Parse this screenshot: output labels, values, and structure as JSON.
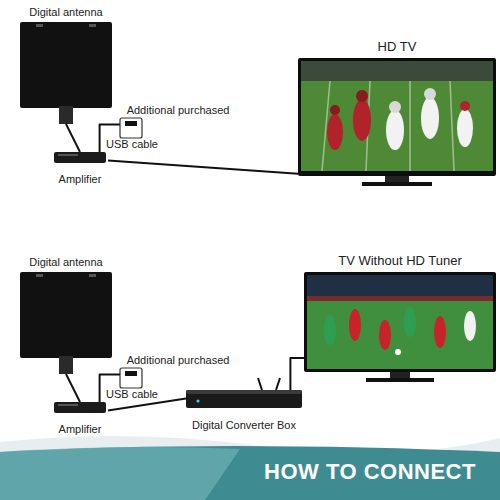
{
  "diagram": {
    "title": "HOW TO CONNECT",
    "nodes": [
      {
        "text": [
          "Digital antenna"
        ]
      },
      {
        "text": [
          "Additional purchased"
        ]
      },
      {
        "text": [
          "HD TV"
        ]
      },
      {
        "text": [
          "Amplifier"
        ]
      },
      {
        "text": [
          "Digital antenna"
        ]
      },
      {
        "text": [
          "Additional purchased"
        ]
      },
      {
        "text": [
          "TV Without HD Tuner"
        ]
      },
      {
        "text": [
          "Amplifier"
        ]
      },
      {
        "text": [
          "Digital Converter Box"
        ]
      }
    ],
    "edges": [
      {
        "from": 0,
        "to": 3,
        "arrow": "none"
      },
      {
        "from": 3,
        "to": 1,
        "label": "USB cable",
        "arrow": "none"
      },
      {
        "from": 3,
        "to": 2,
        "arrow": "none"
      },
      {
        "from": 4,
        "to": 7,
        "arrow": "none"
      },
      {
        "from": 7,
        "to": 5,
        "label": "USB cable",
        "arrow": "none"
      },
      {
        "from": 7,
        "to": 8,
        "arrow": "none"
      },
      {
        "from": 8,
        "to": 6,
        "arrow": "none"
      }
    ]
  }
}
